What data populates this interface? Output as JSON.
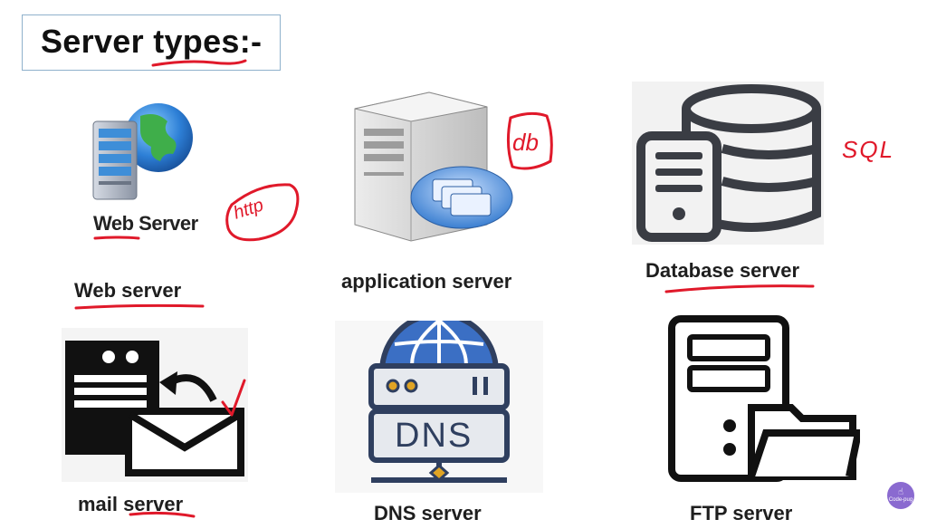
{
  "slide": {
    "title": "Server types:-",
    "items": [
      {
        "label": "Web server",
        "icon_caption": "Web Server",
        "note": "http"
      },
      {
        "label": "application server",
        "note": "db"
      },
      {
        "label": "Database server",
        "note": "SQL"
      },
      {
        "label": "mail server"
      },
      {
        "label": "DNS server",
        "icon_caption": "DNS"
      },
      {
        "label": "FTP server"
      }
    ]
  },
  "badge": {
    "text": "Code-pug"
  },
  "colors": {
    "ink": "#e0192a",
    "dark": "#2f2f2f",
    "blue": "#3b6fc4"
  }
}
